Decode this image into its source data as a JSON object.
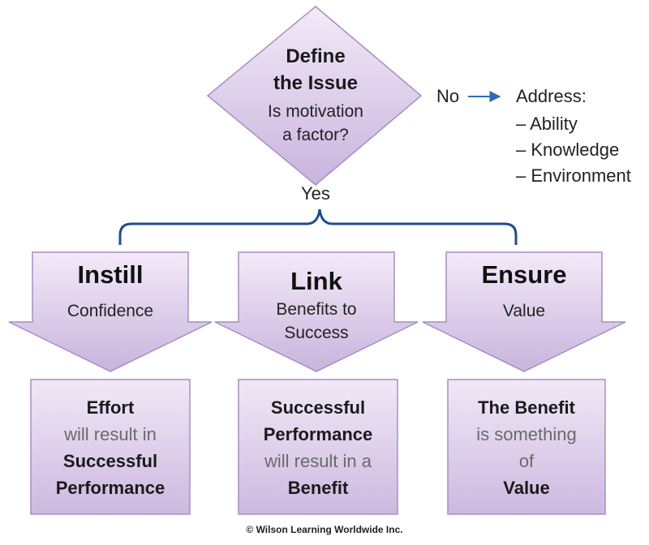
{
  "decision": {
    "title_line1": "Define",
    "title_line2": "the Issue",
    "question_line1": "Is motivation",
    "question_line2": "a factor?"
  },
  "no_branch": {
    "label": "No",
    "address_title": "Address:",
    "items": [
      "– Ability",
      "– Knowledge",
      "– Environment"
    ]
  },
  "yes_label": "Yes",
  "steps": [
    {
      "title": "Instill",
      "subtitle_line1": "Confidence",
      "subtitle_line2": "",
      "result_lines": [
        "Effort",
        "will result in",
        "Successful",
        "Performance"
      ]
    },
    {
      "title": "Link",
      "subtitle_line1": "Benefits to",
      "subtitle_line2": "Success",
      "result_lines": [
        "Successful",
        "Performance",
        "will result in a",
        "Benefit"
      ]
    },
    {
      "title": "Ensure",
      "subtitle_line1": "Value",
      "subtitle_line2": "",
      "result_lines": [
        "The Benefit",
        "is something",
        "of",
        "Value"
      ]
    }
  ],
  "copyright": "© Wilson Learning Worldwide Inc.",
  "colors": {
    "shape_fill_top": "#f3eaf8",
    "shape_fill_bottom": "#c9b4dd",
    "shape_stroke": "#a58fc2",
    "connector": "#1f4e87",
    "arrow": "#2e6db5"
  }
}
